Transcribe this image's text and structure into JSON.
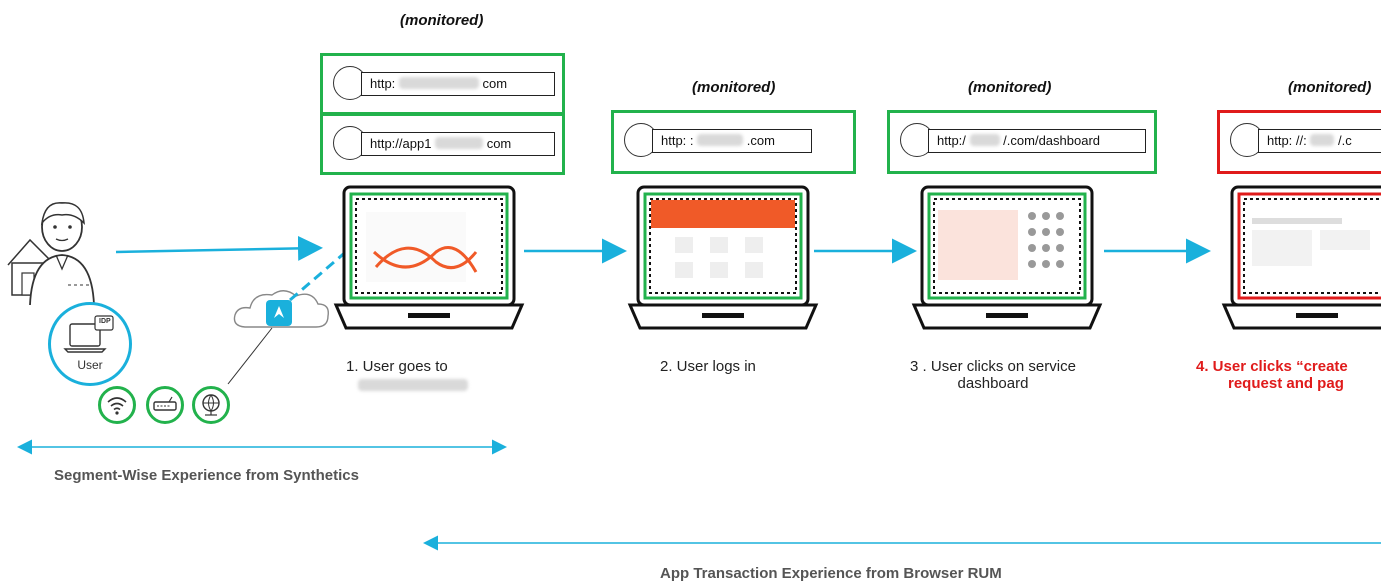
{
  "monitored_label": "(monitored)",
  "urls": {
    "step1_top": {
      "prefix": "http:",
      "suffix": "com"
    },
    "step1_bottom": {
      "prefix": "http://app1",
      "suffix": "com"
    },
    "step2": {
      "prefix": "http: :",
      "suffix": ".com"
    },
    "step3": {
      "prefix": "http:/",
      "suffix": "/.com/dashboard"
    },
    "step4": {
      "prefix": "http: //:",
      "suffix": "/.c"
    }
  },
  "user_label": "User",
  "idp_label": "IDP",
  "steps": {
    "step1": "1.  User goes to",
    "step2": "2. User logs in",
    "step3_line1": "3 . User clicks on service",
    "step3_line2": "dashboard",
    "step4_line1": "4. User clicks “create",
    "step4_line2": "request and pag"
  },
  "footer": {
    "synthetics": "Segment-Wise Experience from Synthetics",
    "rum": "App Transaction Experience from Browser RUM"
  },
  "colors": {
    "monitored_frame": "#22b24c",
    "alert_frame": "#e01b1b",
    "arrow": "#1ab0dc",
    "brand_accent": "#f05a28"
  }
}
